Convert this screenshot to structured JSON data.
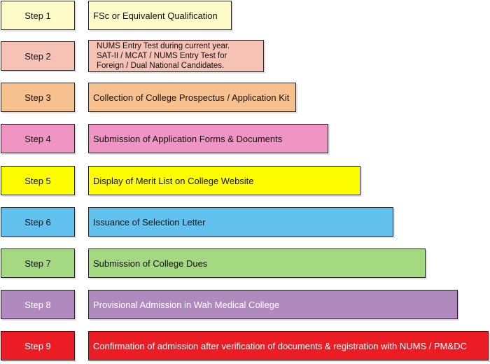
{
  "steps": [
    {
      "label": "Step 1",
      "text": "FSc or Equivalent Qualification",
      "color": "#fdfbc8"
    },
    {
      "label": "Step 2",
      "lines": [
        "NUMS Entry Test during current year.",
        "SAT-II / MCAT / NUMS Entry Test for",
        "Foreign / Dual National Candidates."
      ],
      "color": "#f5c2b5"
    },
    {
      "label": "Step 3",
      "text": "Collection of College Prospectus / Application Kit",
      "color": "#f6c08f"
    },
    {
      "label": "Step 4",
      "text": "Submission of Application Forms & Documents",
      "color": "#f095c3"
    },
    {
      "label": "Step 5",
      "text": "Display of Merit List on College Website",
      "color": "#fefd00"
    },
    {
      "label": "Step 6",
      "text": "Issuance of Selection Letter",
      "color": "#62c1ee"
    },
    {
      "label": "Step 7",
      "text": "Submission of College Dues",
      "color": "#a4d982"
    },
    {
      "label": "Step 8",
      "text": "Provisional Admission in Wah Medical College",
      "color": "#b089be"
    },
    {
      "label": "Step 9",
      "text": "Confirmation of admission after verification of documents & registration with NUMS / PM&DC",
      "color": "#ec1c24"
    }
  ]
}
